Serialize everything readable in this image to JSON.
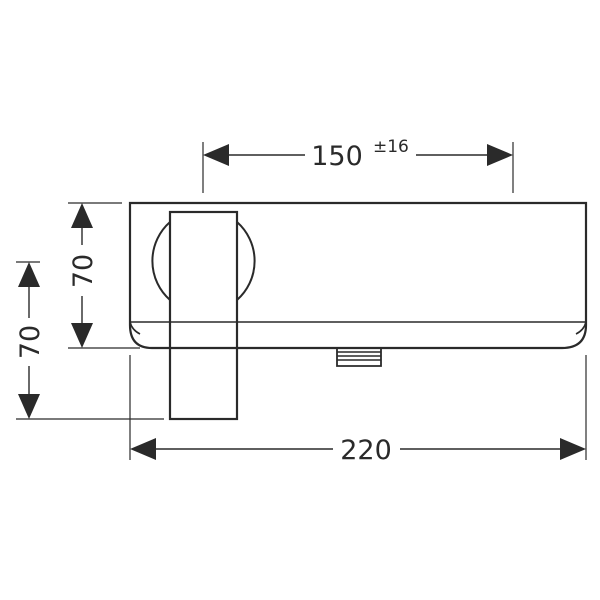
{
  "dimensions": {
    "spacing_value": "150",
    "spacing_tolerance": "±16",
    "total_width": "220",
    "upper_height": "70",
    "lower_height": "70"
  },
  "colors": {
    "line": "#2a2a2a",
    "background": "#ffffff"
  }
}
